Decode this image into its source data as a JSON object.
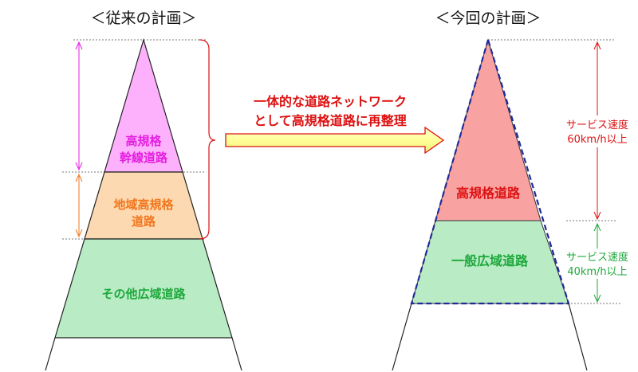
{
  "left_diagram": {
    "title": "＜従来の計画＞",
    "tiers": {
      "top": {
        "line1": "高規格",
        "line2": "幹線道路"
      },
      "middle": {
        "line1": "地域高規格",
        "line2": "道路"
      },
      "bottom": {
        "label": "その他広域道路"
      }
    }
  },
  "arrow": {
    "line1": "一体的な道路ネットワーク",
    "line2": "として高規格道路に再整理"
  },
  "right_diagram": {
    "title": "＜今回の計画＞",
    "tiers": {
      "top": {
        "label": "高規格道路"
      },
      "bottom": {
        "label": "一般広域道路"
      }
    },
    "speed_top": {
      "line1": "サービス速度",
      "line2": "60km/h以上"
    },
    "speed_bottom": {
      "line1": "サービス速度",
      "line2": "40km/h以上"
    }
  },
  "colors": {
    "magenta_fill": "#fdb1fc",
    "magenta_text": "#e31de0",
    "orange_fill": "#fdd9b1",
    "orange_text": "#f0761d",
    "green_fill": "#b9ecc5",
    "green_text": "#1ea83c",
    "red_fill": "#f9a2a2",
    "red_text": "#dd1111",
    "navy": "#1f2a9a"
  }
}
